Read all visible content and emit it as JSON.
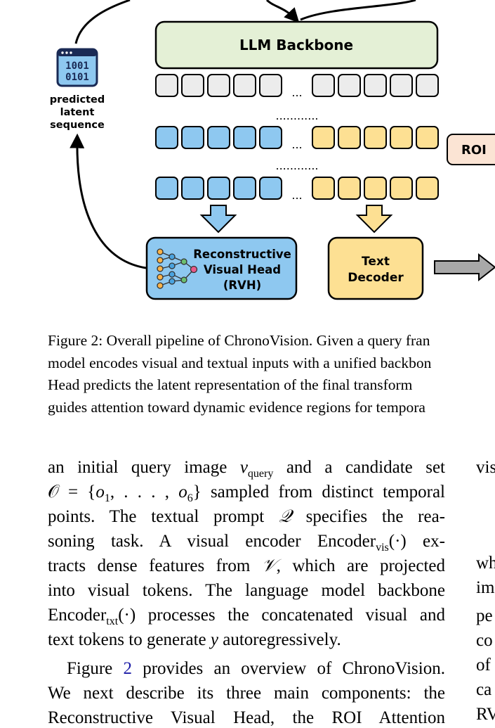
{
  "diagram": {
    "llm_backbone": "LLM Backbone",
    "predicted_latent": [
      "predicted",
      "latent",
      "sequence"
    ],
    "binary_icon": [
      "1001",
      "0101"
    ],
    "ellipsis_short": "...",
    "ellipsis_long": "............",
    "roi_label": "ROI",
    "rvh_lines": [
      "Reconstructive",
      "Visual Head",
      "(RVH)"
    ],
    "text_decoder_lines": [
      "Text",
      "Decoder"
    ],
    "colors": {
      "llm_fill": "#e4f0d6",
      "blue_token": "#8ec8f0",
      "yellow_token": "#fde093",
      "grey_token": "#ececec",
      "rvh_fill": "#8ec8f0",
      "decoder_fill": "#fde093",
      "roi_fill": "#fbe4d4",
      "arrow_grey": "#a8a8a8"
    }
  },
  "caption": {
    "lines": [
      "Figure 2: Overall pipeline of ChronoVision. Given a query fran",
      "model encodes visual and textual inputs with a unified backbon",
      "Head predicts the latent representation of the final transform",
      "guides attention toward dynamic evidence regions for tempora"
    ]
  },
  "body": {
    "l1_a": "an initial query image ",
    "l1_var": "v",
    "l1_sub": "query",
    "l1_b": " and a candidate set",
    "l2_a": "𝒪 = {",
    "l2_o1": "o",
    "l2_o1sub": "1",
    "l2_mid": ", . . . , ",
    "l2_o6": "o",
    "l2_o6sub": "6",
    "l2_b": "} sampled from distinct temporal",
    "l3_a": "points.  The textual prompt ",
    "l3_q": "𝒬",
    "l3_b": " specifies the rea-",
    "l4_a": "soning task.  A visual encoder Encoder",
    "l4_sub": "vis",
    "l4_b": "(·) ex-",
    "l5_a": "tracts dense features from ",
    "l5_v": "𝒱",
    "l5_b": ", which are projected",
    "l6": "into visual tokens. The language model backbone",
    "l7_a": "Encoder",
    "l7_sub": "txt",
    "l7_b": "(·) processes the concatenated visual and",
    "l8_a": "text tokens to generate ",
    "l8_y": "y",
    "l8_b": " autoregressively.",
    "l9_a": "Figure ",
    "l9_ref": "2",
    "l9_b": " provides an overview of ChronoVision.",
    "l10": "We next describe its three main components: the",
    "l11": "Reconstructive Visual Head, the ROI Attention"
  },
  "right_col": [
    "vis",
    "wh",
    "im",
    "pe",
    "co",
    "of",
    "ca",
    "RV"
  ]
}
